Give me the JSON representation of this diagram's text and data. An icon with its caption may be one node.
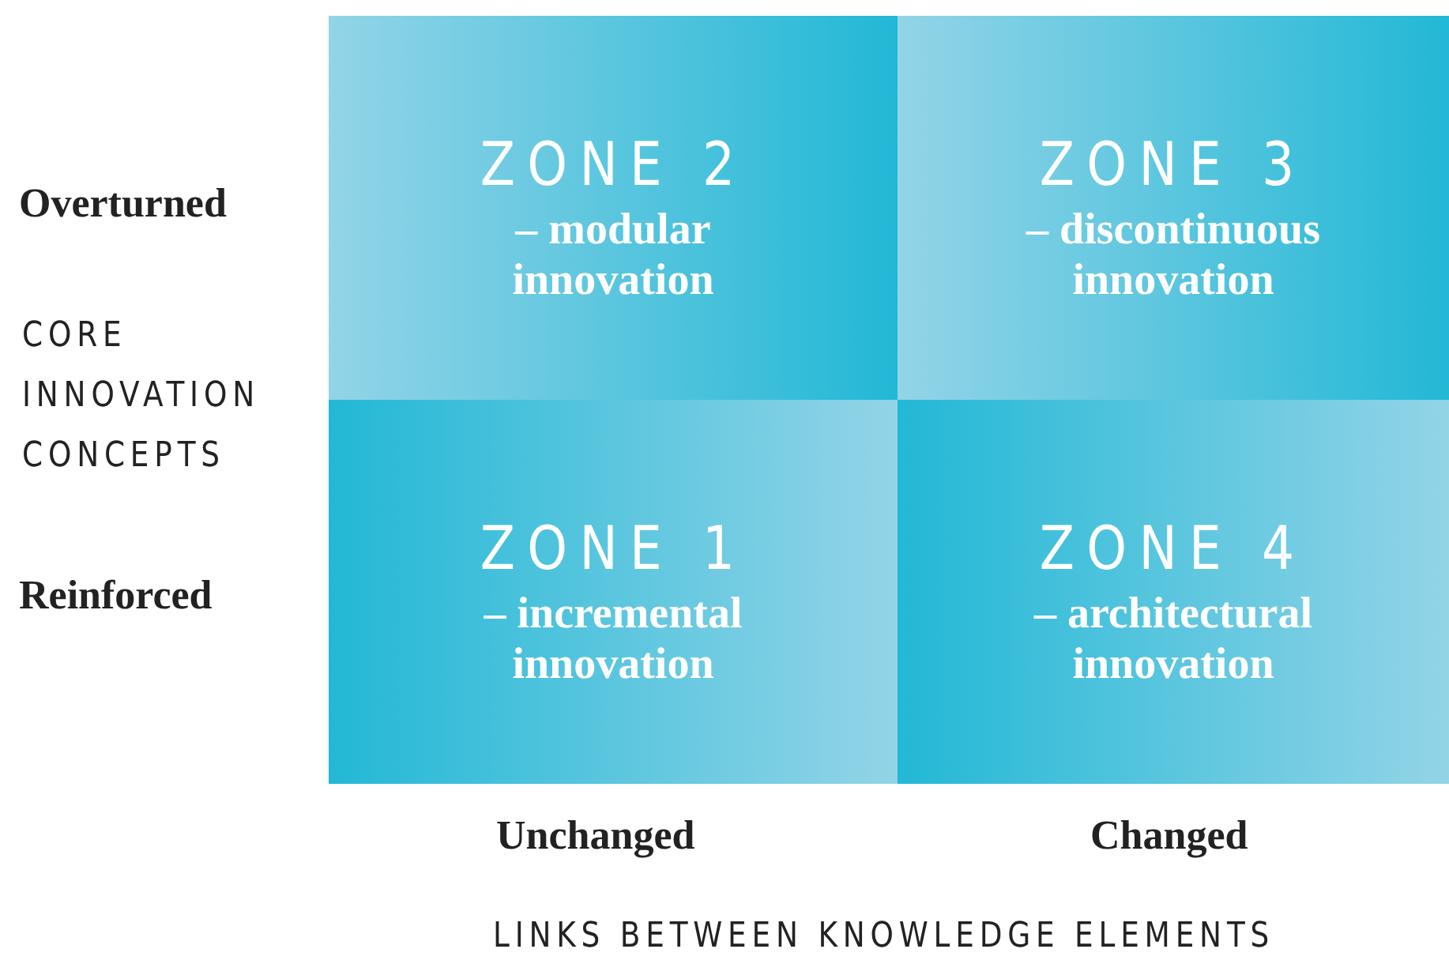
{
  "diagram": {
    "nodes": [
      {
        "text": [
          "ZONE 2",
          "– modular innovation"
        ]
      },
      {
        "text": [
          "ZONE 3",
          "– discontinuous innovation"
        ]
      },
      {
        "text": [
          "ZONE 1",
          "– incremental innovation"
        ]
      },
      {
        "text": [
          "ZONE 4",
          "– architectural innovation"
        ]
      }
    ],
    "labels": [
      "Overturned",
      "CORE INNOVATION CONCEPTS",
      "Reinforced",
      "Unchanged",
      "Changed",
      "LINKS BETWEEN KNOWLEDGE ELEMENTS"
    ]
  }
}
